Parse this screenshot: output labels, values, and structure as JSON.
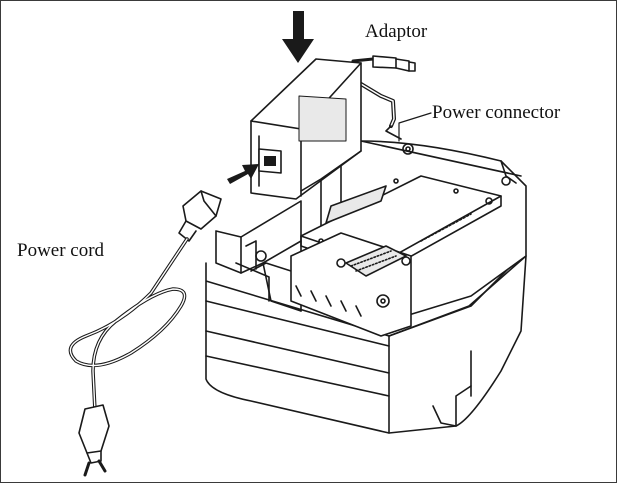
{
  "labels": {
    "adaptor": "Adaptor",
    "power_connector": "Power connector",
    "power_cord": "Power cord"
  },
  "colors": {
    "line": "#1a1a1a",
    "fill": "#ffffff",
    "shade": "#e9e9e9",
    "border": "#3a3a3a"
  },
  "icons": [
    "arrow-down-icon",
    "arrow-right-icon",
    "ac-plug-icon"
  ]
}
